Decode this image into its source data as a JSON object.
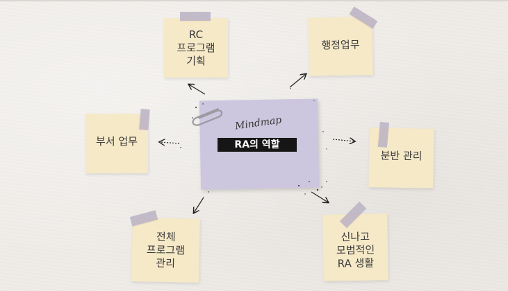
{
  "center": {
    "script_word": "Mindmap",
    "title": "RA의 역할"
  },
  "nodes": {
    "rc_program": "RC\n프로그램\n기획",
    "admin": "행정업무",
    "department": "부서 업무",
    "floor": "분반 관리",
    "full_program": "전체\n프로그램\n관리",
    "ra_life": "신나고\n모범적인\nRA 생활"
  },
  "colors": {
    "background": "#efece8",
    "note": "#f6e9c8",
    "center_note": "#cdc6df",
    "tape": "#bab2c4",
    "label_bg": "#161616"
  }
}
